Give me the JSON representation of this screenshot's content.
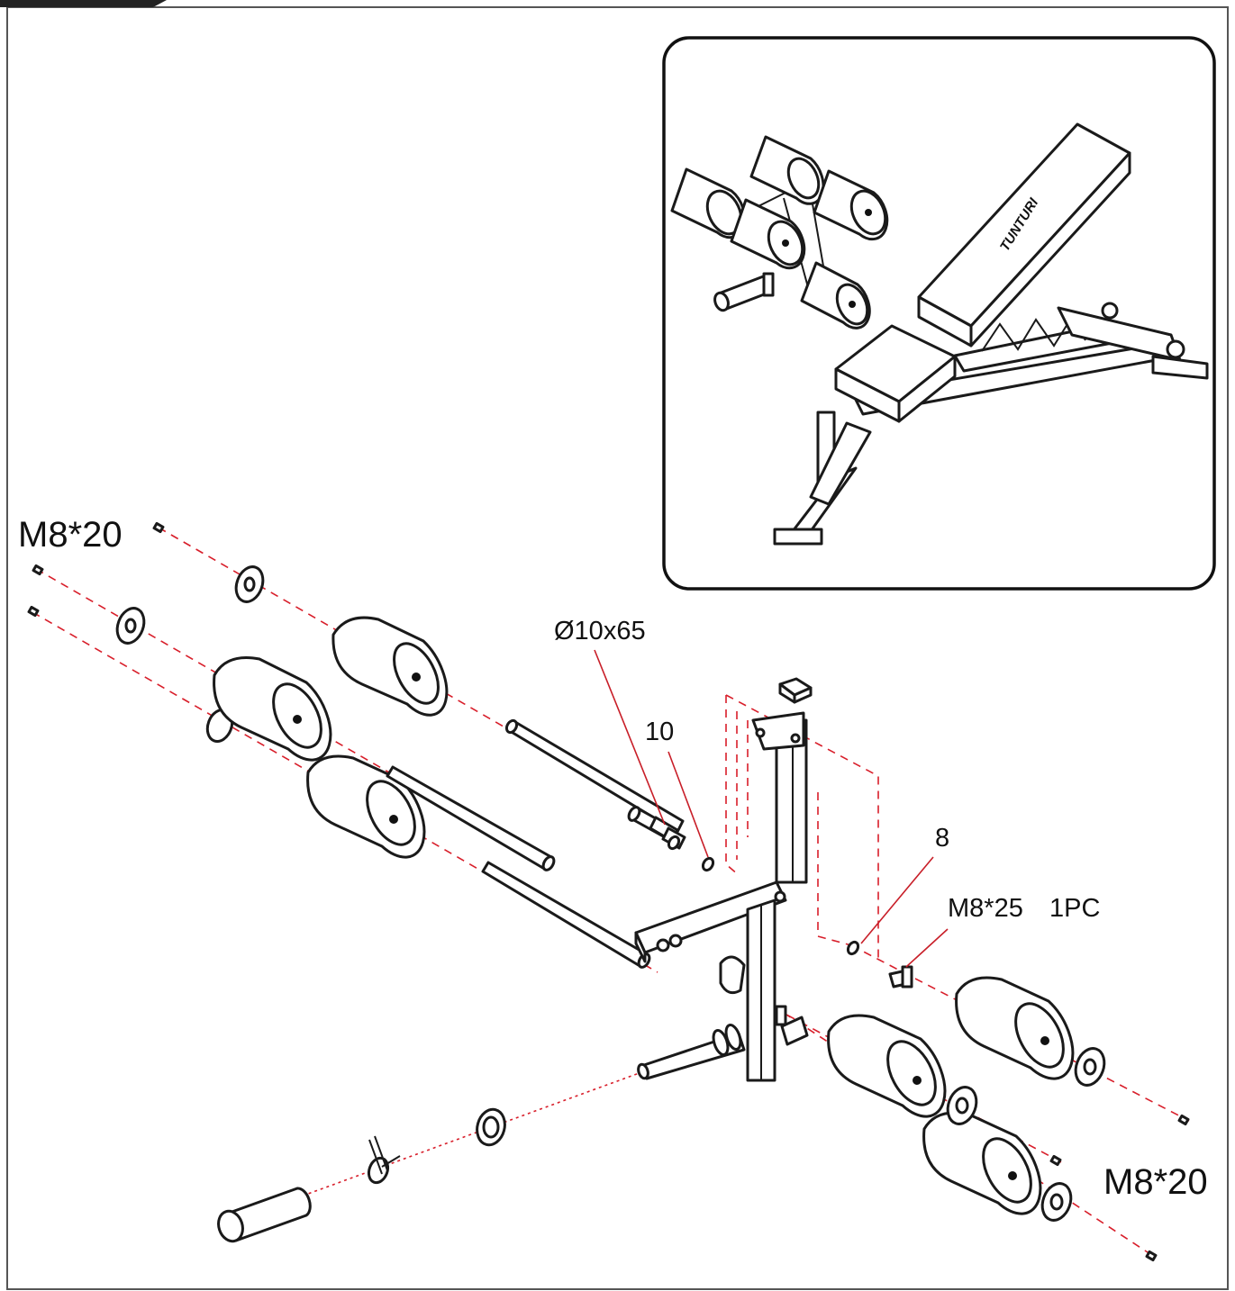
{
  "labels": {
    "bolt_left": "M8*20",
    "bolt_right": "M8*20",
    "pin_dim": "Ø10x65",
    "part_10": "10",
    "part_8": "8",
    "bolt_m8x25": "M8*25",
    "bolt_m8x25_qty": "1PC"
  },
  "inset": {
    "brand_text": "TUNTURI"
  },
  "colors": {
    "line": "#1a1a1a",
    "assembly_dash": "#d81e2a",
    "leader": "#c81e28"
  }
}
